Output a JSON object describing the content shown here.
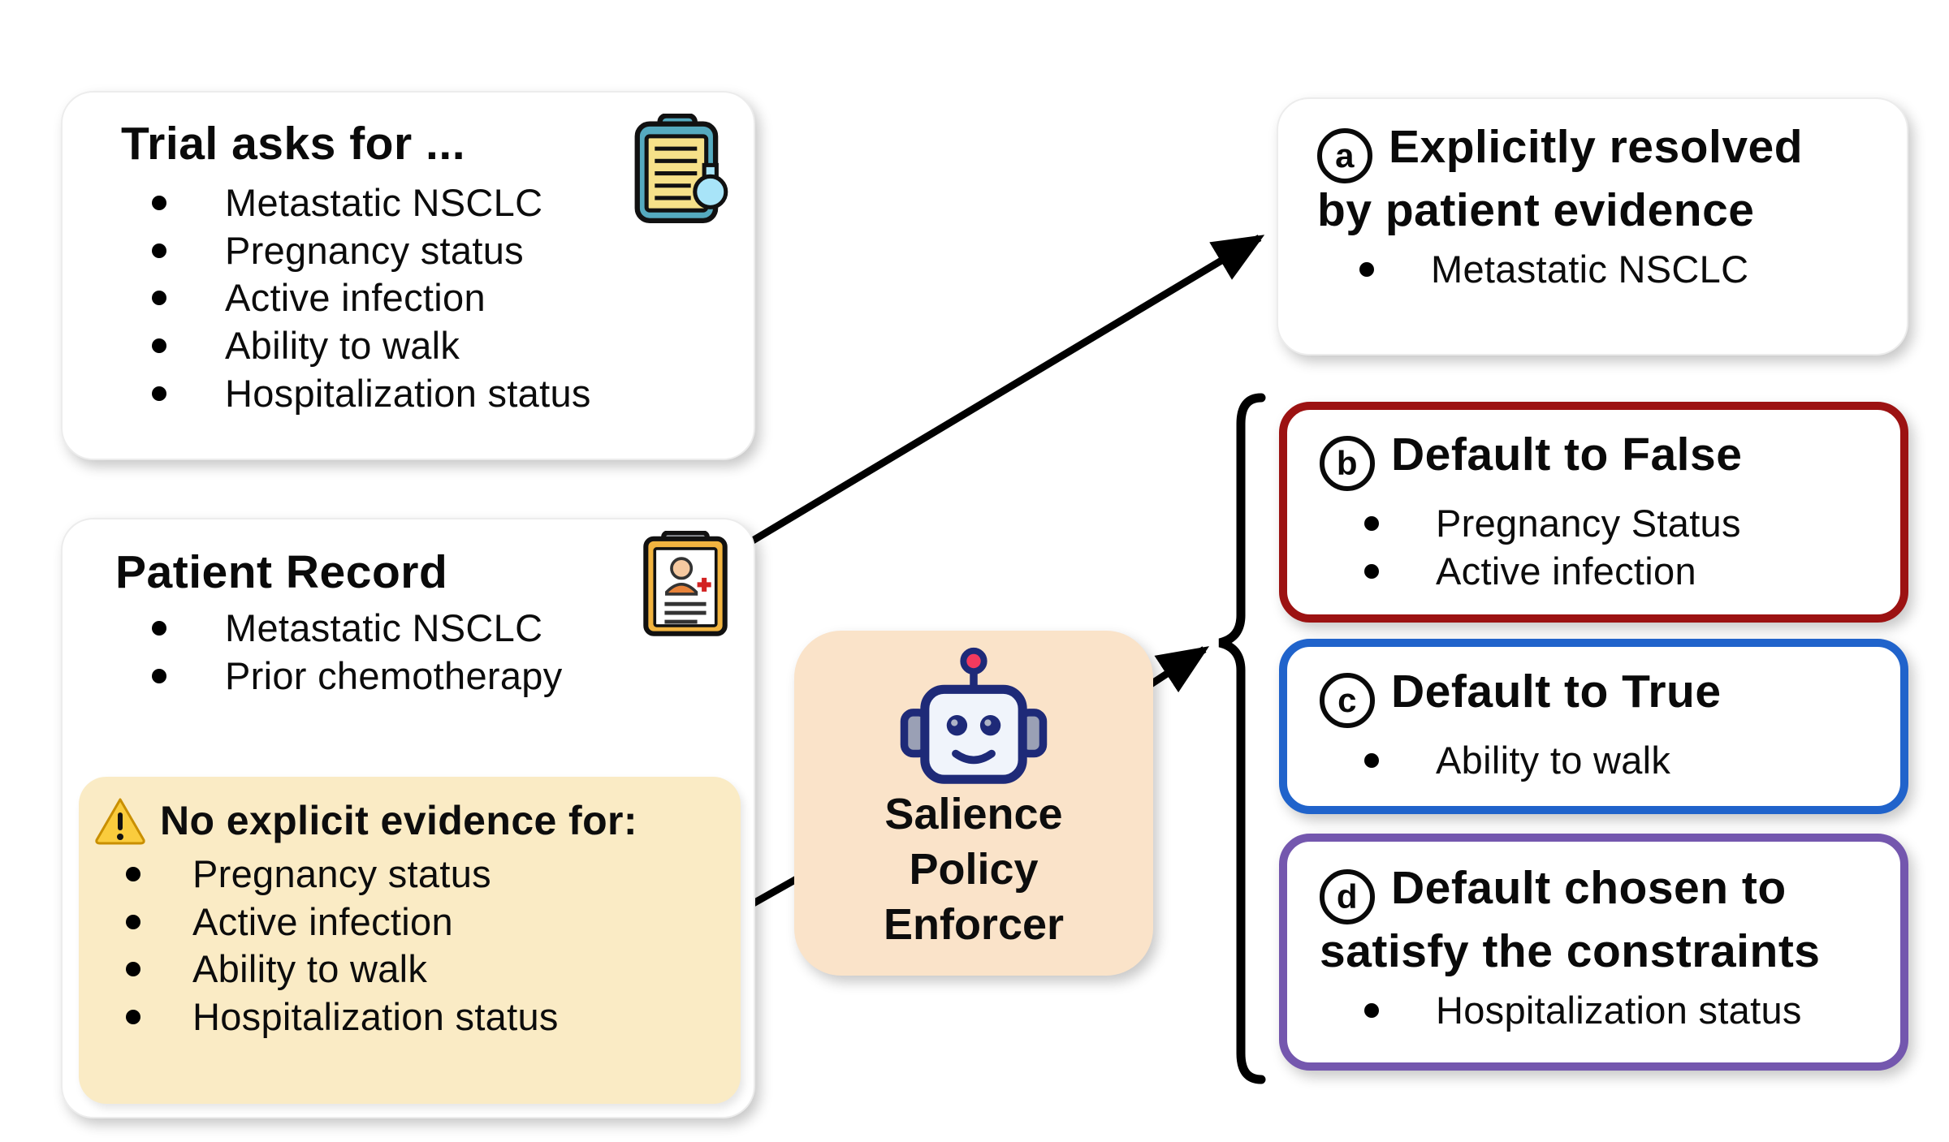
{
  "colors": {
    "accent_red": "#9C1212",
    "accent_blue": "#2063CB",
    "accent_purple": "#7457AE",
    "warning_fill": "#FAEBC5",
    "enforcer_fill": "#FAE3C9"
  },
  "trial": {
    "title": "Trial asks for ...",
    "items": [
      "Metastatic NSCLC",
      "Pregnancy status",
      "Active infection",
      "Ability to walk",
      "Hospitalization status"
    ]
  },
  "patient": {
    "title": "Patient Record",
    "items": [
      "Metastatic NSCLC",
      "Prior chemotherapy"
    ],
    "warning": {
      "title": "No explicit evidence for:",
      "items": [
        "Pregnancy status",
        "Active infection",
        "Ability to walk",
        "Hospitalization status"
      ]
    }
  },
  "enforcer": {
    "line1": "Salience",
    "line2": "Policy",
    "line3": "Enforcer"
  },
  "outcome_a": {
    "badge": "a",
    "title_line1": "Explicitly resolved",
    "title_line2": "by patient evidence",
    "items": [
      "Metastatic NSCLC"
    ]
  },
  "outcome_b": {
    "badge": "b",
    "title": "Default to False",
    "items": [
      "Pregnancy Status",
      "Active infection"
    ]
  },
  "outcome_c": {
    "badge": "c",
    "title": "Default to True",
    "items": [
      "Ability to walk"
    ]
  },
  "outcome_d": {
    "badge": "d",
    "title_line1": "Default chosen to",
    "title_line2": "satisfy the constraints",
    "items": [
      "Hospitalization status"
    ]
  }
}
